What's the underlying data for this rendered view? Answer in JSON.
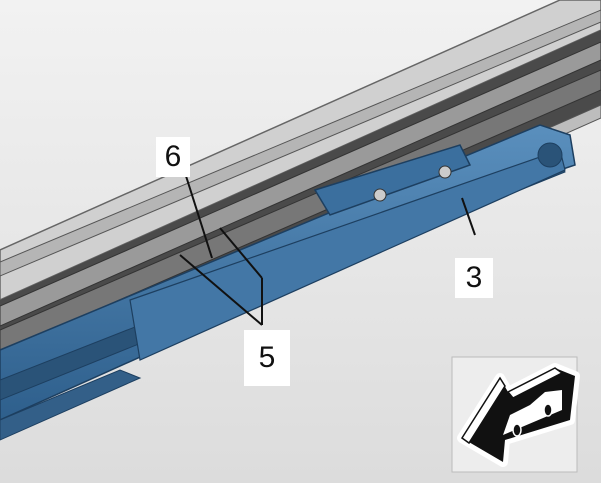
{
  "callouts": {
    "label_6": "6",
    "label_3": "3",
    "label_5": "5"
  },
  "icons": {
    "direction_badge": "car-forward-direction-arrow-icon"
  },
  "colors": {
    "part_blue": "#3b6f9e",
    "rail_gray": "#8a8a8a",
    "background": "#ececec"
  }
}
